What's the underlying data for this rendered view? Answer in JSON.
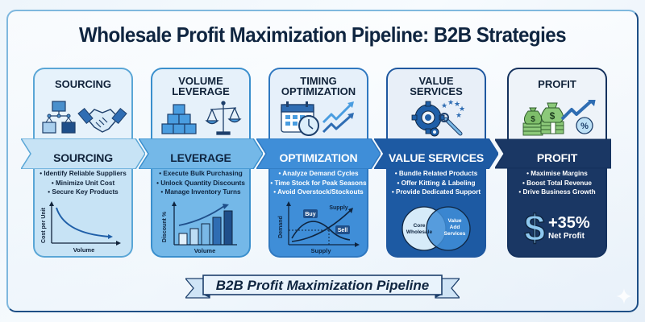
{
  "title": "Wholesale Profit Maximization Pipeline: B2B Strategies",
  "colors": {
    "title": "#0f2540",
    "stage1": "#c7e3f5",
    "stage2": "#74b8e8",
    "stage3": "#3f8ed8",
    "stage4": "#1d5aa3",
    "stage5": "#1a3764",
    "profit_green": "#6cae5a"
  },
  "stages": [
    {
      "header": "SOURCING",
      "icons": [
        "network-containers-icon",
        "handshake-icon"
      ],
      "banner": "SOURCING",
      "bullets": [
        "• Identify Reliable Suppliers",
        "• Minimize Unit Cost",
        "• Secure Key Products"
      ],
      "mini_chart": {
        "type": "line",
        "ylabel": "Cost per Unit",
        "xlabel": "Volume",
        "trend": "decreasing"
      }
    },
    {
      "header_line1": "VOLUME",
      "header_line2": "LEVERAGE",
      "icons": [
        "stacked-boxes-icon",
        "balance-scale-icon"
      ],
      "banner": "LEVERAGE",
      "bullets": [
        "• Execute Bulk Purchasing",
        "• Unlock Quantity Discounts",
        "• Manage Inventory Turns"
      ],
      "mini_chart": {
        "type": "bar",
        "ylabel": "Discount %",
        "xlabel": "Volume",
        "trend": "increasing",
        "bars": 5
      }
    },
    {
      "header_line1": "TIMING",
      "header_line2": "OPTIMIZATION",
      "icons": [
        "calendar-icon",
        "clock-icon",
        "trend-arrows-icon"
      ],
      "banner": "OPTIMIZATION",
      "bullets": [
        "• Analyze Demand Cycles",
        "• Time Stock for Peak Seasons",
        "• Avoid Overstock/Stockouts"
      ],
      "mini_chart": {
        "type": "line",
        "ylabel": "Demand",
        "xlabel": "Supply",
        "curve_label": "Supply",
        "tags": [
          "Buy",
          "Sell"
        ]
      }
    },
    {
      "header_line1": "VALUE",
      "header_line2": "SERVICES",
      "icons": [
        "gear-icon",
        "stars-icon",
        "wrench-icon"
      ],
      "banner": "VALUE SERVICES",
      "bullets": [
        "• Bundle Related Products",
        "• Offer Kitting & Labeling",
        "• Provide Dedicated Support"
      ],
      "venn": {
        "left_line1": "Core",
        "left_line2": "Wholesale",
        "right_line1": "Value",
        "right_line2": "Add",
        "right_line3": "Services"
      }
    },
    {
      "header": "PROFIT",
      "icons": [
        "money-bags-icon",
        "cash-stack-icon",
        "up-arrow-icon",
        "percent-icon"
      ],
      "banner": "PROFIT",
      "bullets": [
        "• Maximise Margins",
        "• Boost Total Revenue",
        "• Drive Business Growth"
      ],
      "highlight": {
        "symbol": "$",
        "value": "+35%",
        "label": "Net Profit"
      }
    }
  ],
  "footer_ribbon": "B2B Profit Maximization Pipeline"
}
